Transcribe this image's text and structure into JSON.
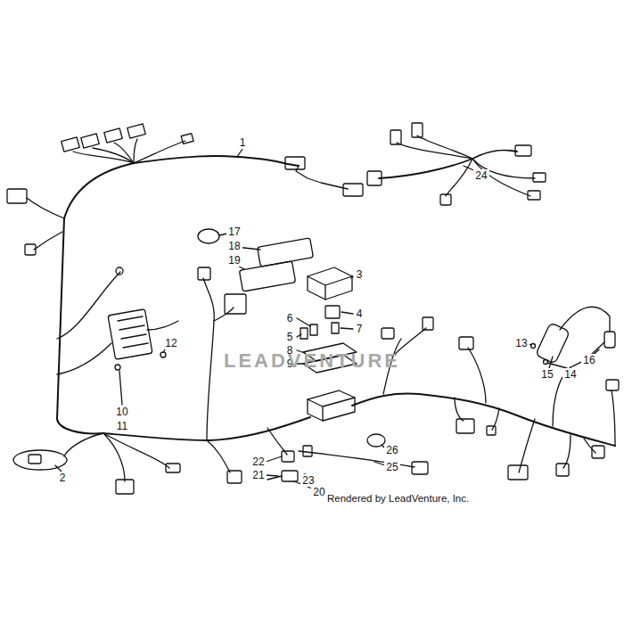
{
  "diagram": {
    "labels": [
      "1",
      "2",
      "3",
      "4",
      "5",
      "6",
      "7",
      "8",
      "9",
      "10",
      "11",
      "12",
      "13",
      "14",
      "15",
      "16",
      "17",
      "18",
      "19",
      "20",
      "21",
      "22",
      "23",
      "24",
      "25",
      "26",
      "Rendered by LeadVenture, Inc.",
      "LEADVENTURE"
    ]
  }
}
